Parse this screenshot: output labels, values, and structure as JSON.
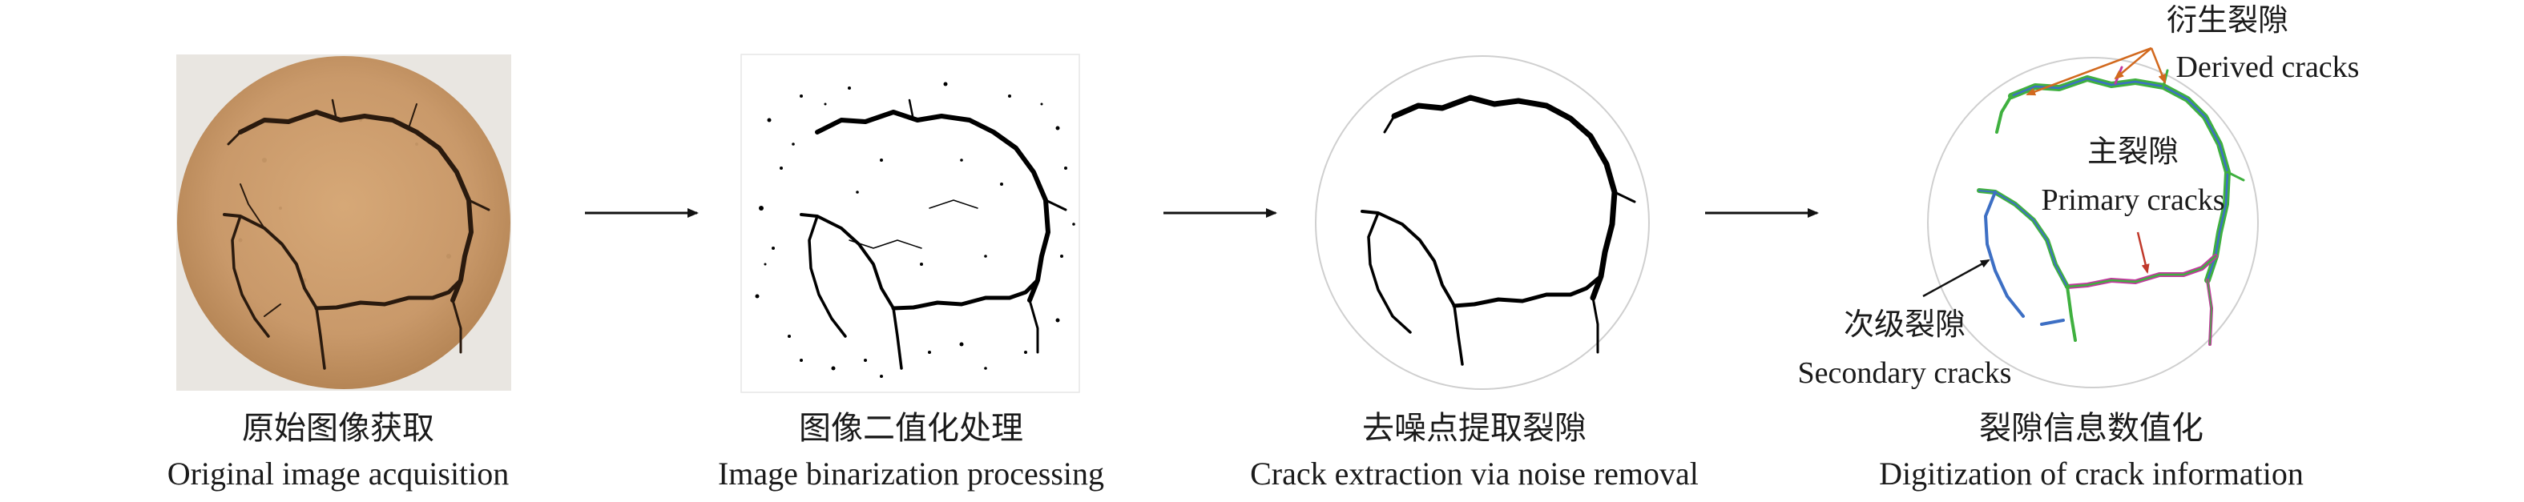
{
  "steps": [
    {
      "title_cn": "原始图像获取",
      "title_en": "Original image acquisition"
    },
    {
      "title_cn": "图像二值化处理",
      "title_en": "Image binarization processing"
    },
    {
      "title_cn": "去噪点提取裂隙",
      "title_en": "Crack extraction via noise removal"
    },
    {
      "title_cn": "裂隙信息数值化",
      "title_en": "Digitization of crack information"
    }
  ],
  "annotations": {
    "derived_cn": "衍生裂隙",
    "derived_en": "Derived cracks",
    "primary_cn": "主裂隙",
    "primary_en": "Primary cracks",
    "secondary_cn": "次级裂隙",
    "secondary_en": "Secondary cracks"
  },
  "colors": {
    "soil": "#c9996a",
    "soil_dark": "#a97a4e",
    "crack": "#111111",
    "digit_green": "#3fb03f",
    "digit_blue": "#3d6fc4",
    "digit_magenta": "#c2389e",
    "arrow_derived": "#d2691e",
    "arrow_primary": "#c0392b"
  },
  "icons": [
    "flow-arrow-icon"
  ]
}
